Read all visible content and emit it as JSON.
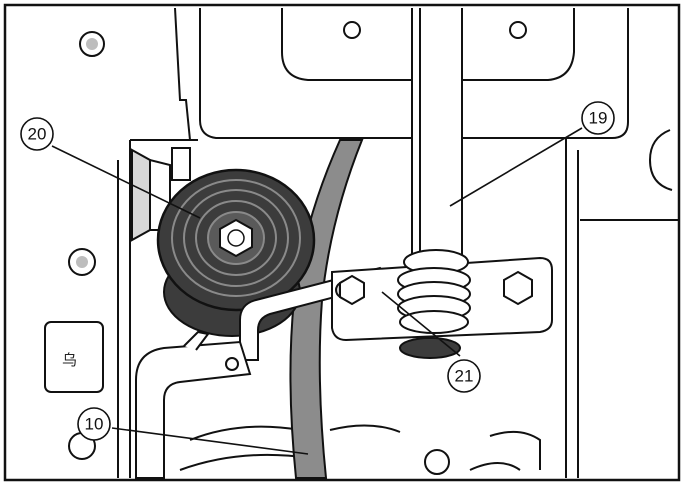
{
  "callouts": [
    {
      "id": "c20",
      "label": "20",
      "target": "idler-pulley"
    },
    {
      "id": "c19",
      "label": "19",
      "target": "rod"
    },
    {
      "id": "c21",
      "label": "21",
      "target": "spring-bracket"
    },
    {
      "id": "c10",
      "label": "10",
      "target": "belt"
    }
  ],
  "stamp_text": "乌",
  "colors": {
    "line": "#111111",
    "background": "#ffffff",
    "pulley_dark": "#3c3c3c",
    "pulley_mid": "#5a5a5a",
    "belt": "#8c8c8c",
    "shadow": "#bdbdbd"
  }
}
